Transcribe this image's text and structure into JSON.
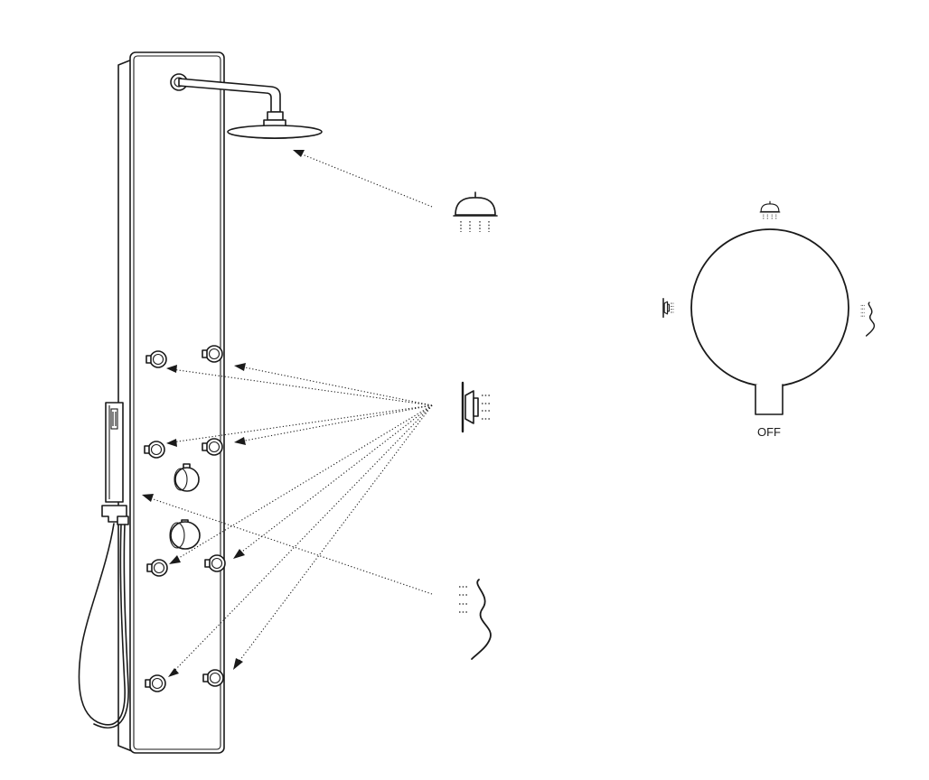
{
  "selector_dial": {
    "off_label": "OFF",
    "positions": [
      "rain-shower",
      "body-jets",
      "hand-shower",
      "off"
    ]
  },
  "panel": {
    "body_jet_count": 8,
    "mixer_knob_count": 2,
    "outlets": [
      "rain-shower",
      "body-jets",
      "hand-shower"
    ]
  },
  "colors": {
    "line": "#1a1a1a",
    "background": "#ffffff"
  }
}
